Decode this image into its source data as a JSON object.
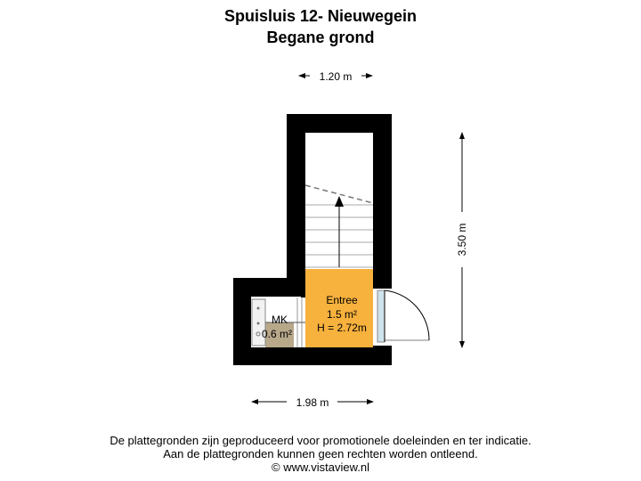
{
  "header": {
    "title": "Spuisluis 12- Nieuwegein",
    "subtitle": "Begane grond"
  },
  "dimensions": {
    "top_width": "1.20 m",
    "height": "3.50 m",
    "bottom_width": "1.98 m"
  },
  "rooms": {
    "entree": {
      "name": "Entree",
      "area": "1.5 m²",
      "height": "H = 2.72m"
    },
    "mk": {
      "name": "MK",
      "area": "0.6 m²"
    }
  },
  "footer": {
    "line1": "De plattegronden zijn geproduceerd voor promotionele doeleinden en ter indicatie.",
    "line2": "Aan de plattegronden kunnen geen rechten worden ontleend.",
    "line3": "© www.vistaview.nl"
  },
  "colors": {
    "wall": "#000000",
    "entree_fill": "#f7b13d",
    "mk_fill": "#b8a88a",
    "window": "#cfe3ec"
  }
}
